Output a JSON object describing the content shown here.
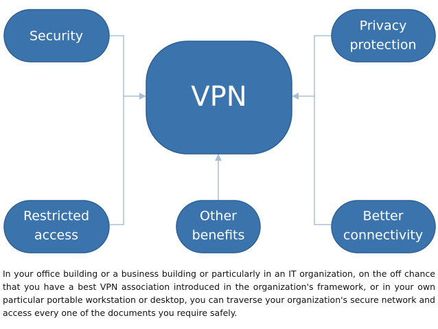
{
  "diagram": {
    "center": "VPN",
    "nodes": {
      "security": [
        "Security"
      ],
      "privacy": [
        "Privacy",
        "protection"
      ],
      "restricted": [
        "Restricted",
        "access"
      ],
      "other": [
        "Other",
        "benefits"
      ],
      "connectivity": [
        "Better",
        "connectivity"
      ]
    }
  },
  "caption": "In your office building or a business building or particularly in an IT organization, on the off chance that you have a best VPN association introduced in the organization's framework, or in your own particular portable workstation or desktop, you can traverse your organization's secure network and access every one of the documents you require safely.",
  "colors": {
    "node_fill": "#3b74ad",
    "connector": "#a9bfd6"
  }
}
